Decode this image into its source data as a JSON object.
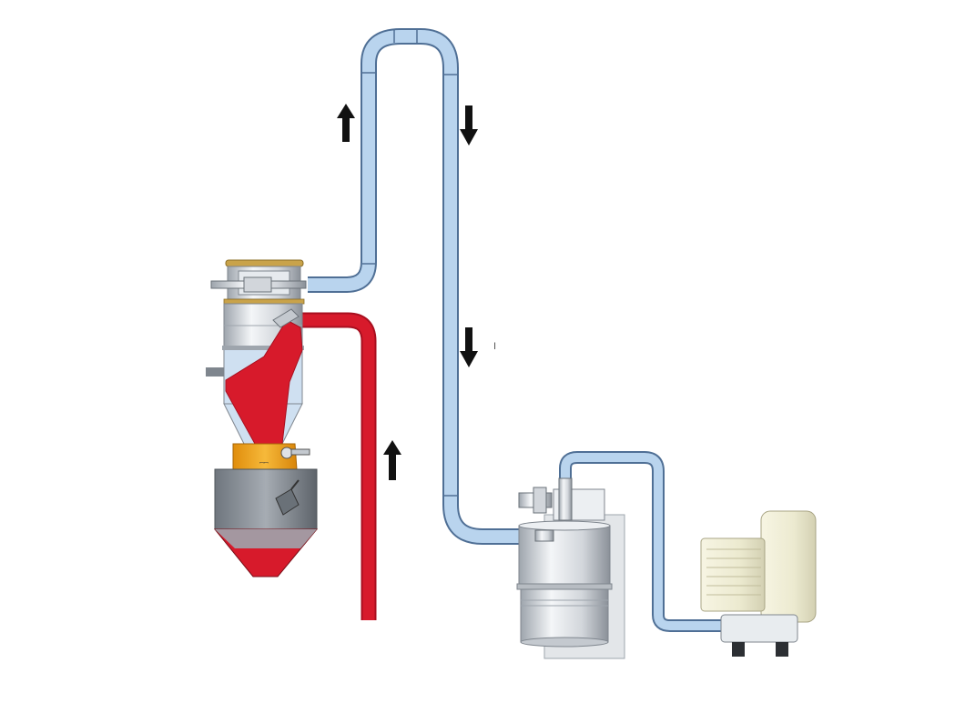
{
  "diagram": {
    "type": "pneumatic-conveying-schematic",
    "colors": {
      "background": "#ffffff",
      "vacuum_line": "#b9d4ee",
      "line_outline": "#4f6f95",
      "material": "#d71a2b",
      "material_dark": "#a80f1f",
      "steel_light": "#eceff2",
      "steel_mid": "#c4c9cf",
      "steel_dark": "#7f868e",
      "brass": "#c9a34a",
      "valve_orange": "#f2a51a",
      "pump_body": "#f1efd8",
      "pump_shadow": "#d8d5b8",
      "arrow": "#111111"
    },
    "components": [
      {
        "name": "hopper-loader",
        "icon": "vacuum-receiver-icon"
      },
      {
        "name": "material-feed-line",
        "icon": "red-pipe-icon"
      },
      {
        "name": "vacuum-line",
        "icon": "blue-pipe-icon"
      },
      {
        "name": "central-filter",
        "icon": "filter-icon"
      },
      {
        "name": "vacuum-pump",
        "icon": "side-channel-blower-icon"
      },
      {
        "name": "storage-hopper",
        "icon": "funnel-hopper-icon"
      }
    ],
    "flow_arrows": [
      {
        "name": "arrow-up-suction",
        "direction": "up"
      },
      {
        "name": "arrow-down-return-upper",
        "direction": "down"
      },
      {
        "name": "arrow-down-return-lower",
        "direction": "down"
      },
      {
        "name": "arrow-up-material",
        "direction": "up"
      }
    ],
    "stray_mark": "I"
  }
}
